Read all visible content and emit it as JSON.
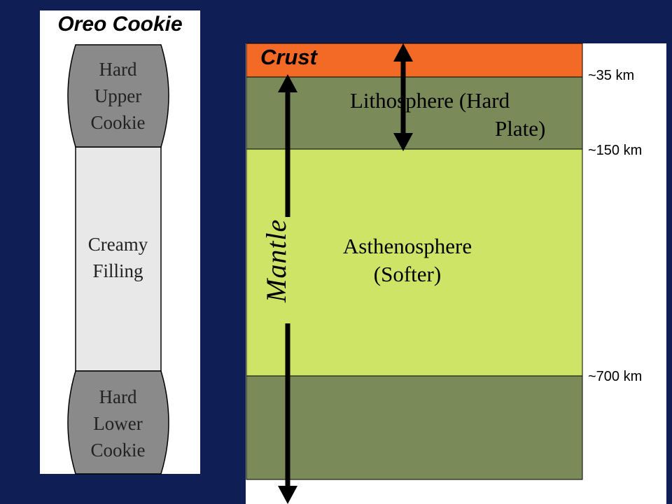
{
  "oreo": {
    "title": "Oreo Cookie",
    "upper": [
      "Hard",
      "Upper",
      "Cookie"
    ],
    "filling": [
      "Creamy",
      "Filling"
    ],
    "lower": [
      "Hard",
      "Lower",
      "Cookie"
    ]
  },
  "earth": {
    "crust": "Crust",
    "lithosphere": [
      "Lithosphere (Hard",
      "Plate)"
    ],
    "asthenosphere": [
      "Asthenosphere",
      "(Softer)"
    ],
    "mantle": "Mantle",
    "depths": [
      "~35 km",
      "~150 km",
      "~700 km"
    ]
  },
  "colors": {
    "background": "#0f1f55",
    "crust": "#f36a26",
    "lithosphere": "#7b8a59",
    "asthenosphere": "#cde466",
    "cookie": "#8a8a8a",
    "filling": "#e8e8e8"
  }
}
